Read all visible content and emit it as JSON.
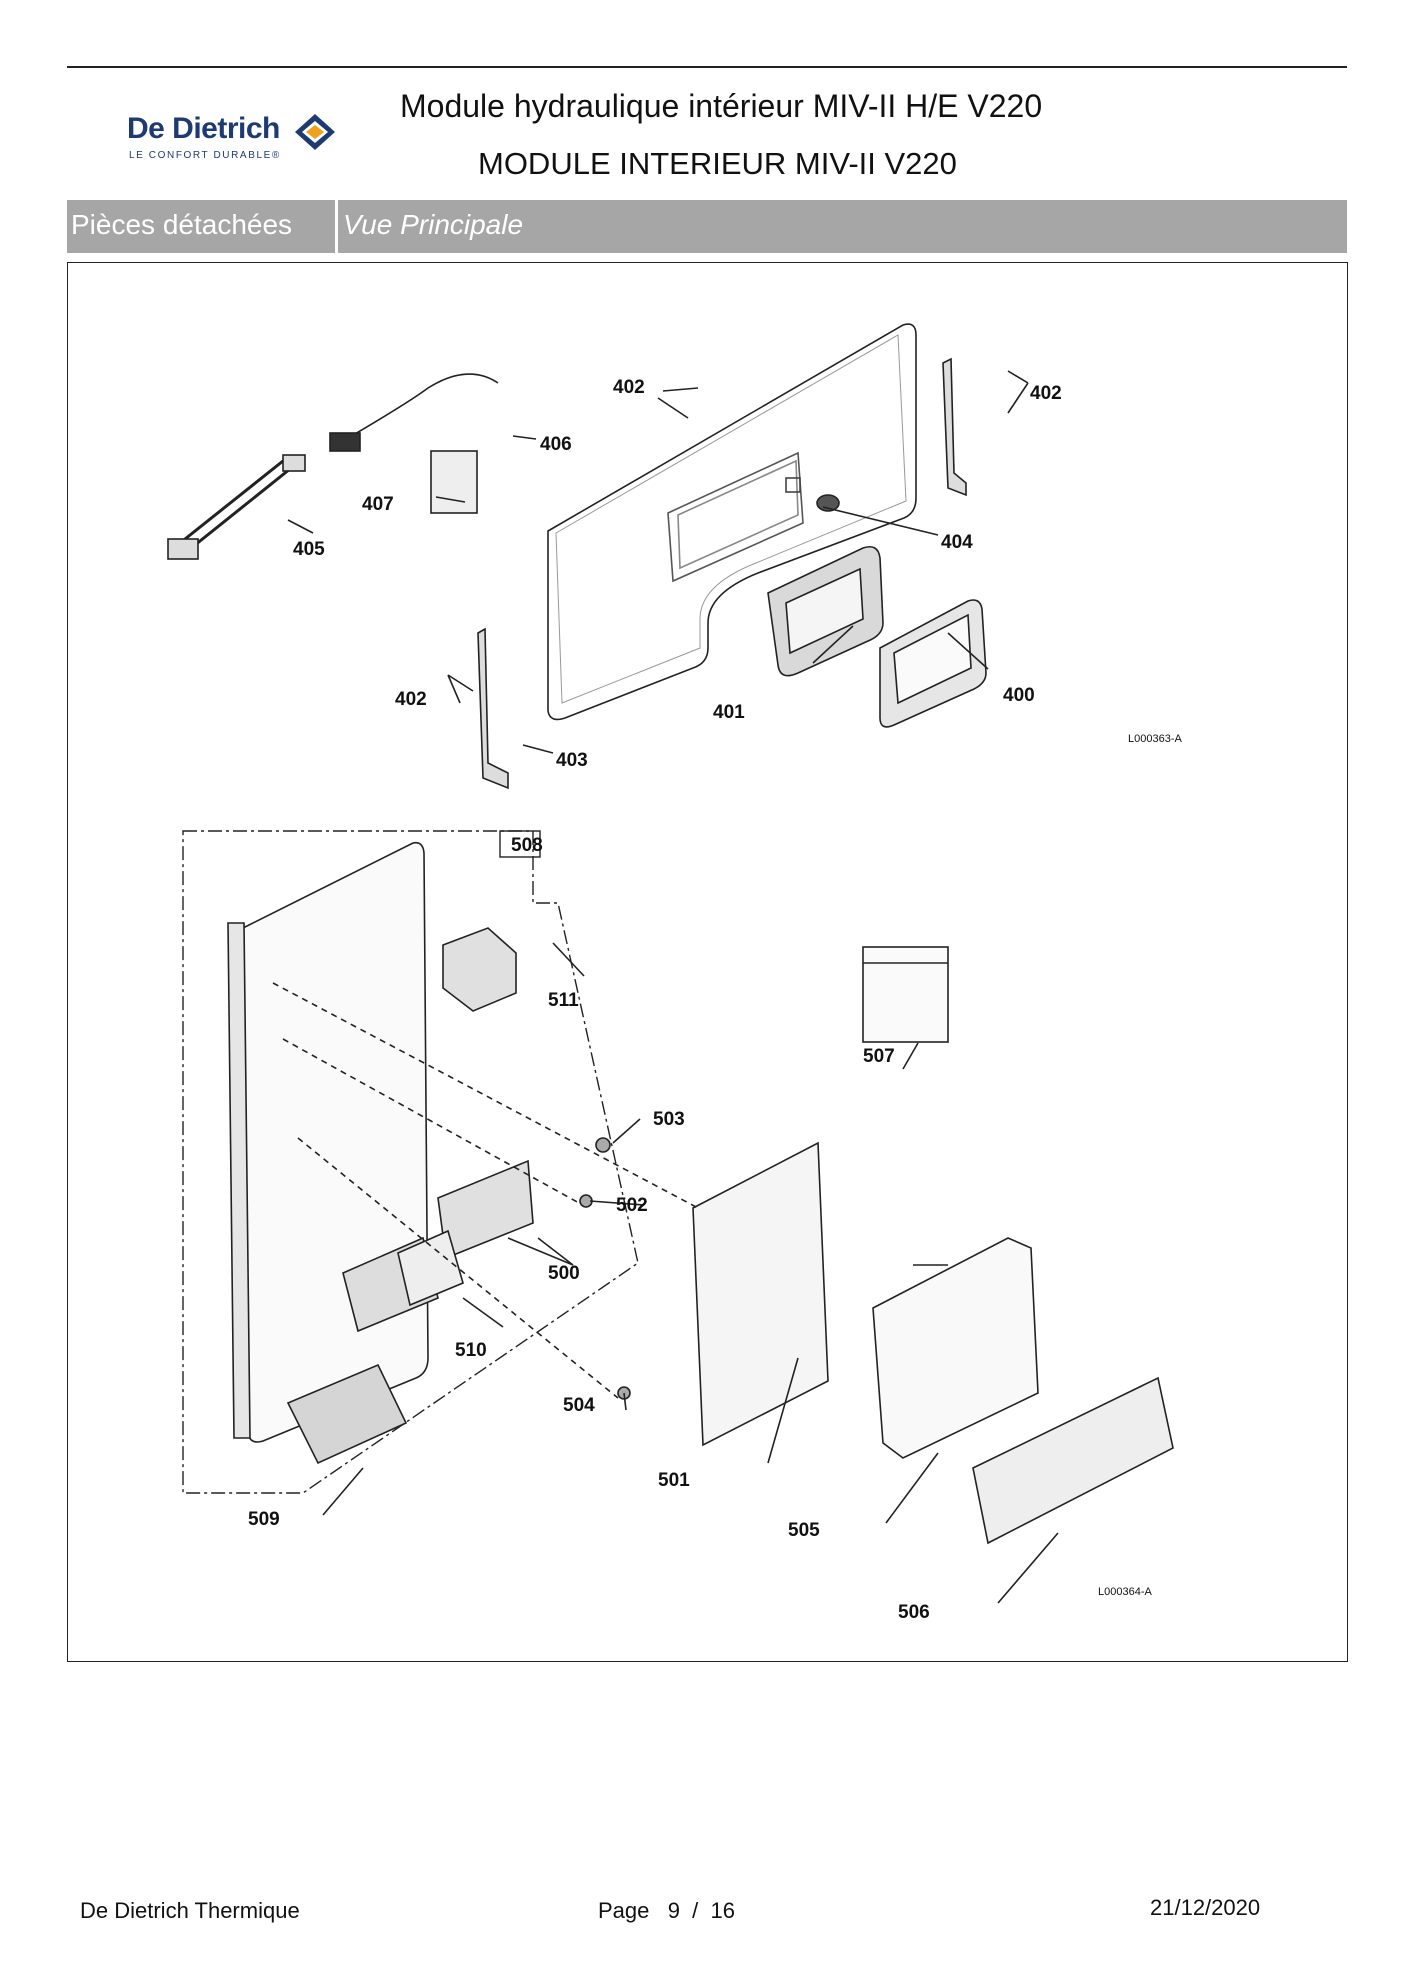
{
  "header": {
    "brand": "De Dietrich",
    "brand_tagline": "LE CONFORT DURABLE®",
    "title_line1": "Module hydraulique intérieur MIV-II H/E V220",
    "title_line2": "MODULE INTERIEUR MIV-II V220",
    "brand_color": "#1d3a73",
    "accent_color": "#f0a11b"
  },
  "section_bar": {
    "left_label": "Pièces détachées",
    "right_label": "Vue Principale"
  },
  "drawing": {
    "callouts": [
      "400",
      "401",
      "402",
      "402",
      "402",
      "403",
      "404",
      "405",
      "406",
      "407",
      "500",
      "501",
      "502",
      "503",
      "504",
      "505",
      "506",
      "507",
      "508",
      "509",
      "510",
      "511"
    ],
    "ref_codes": [
      "L000363-A",
      "L000364-A"
    ]
  },
  "footer": {
    "company": "De Dietrich Thermique",
    "page_label": "Page   9  /  16",
    "date": "21/12/2020"
  }
}
